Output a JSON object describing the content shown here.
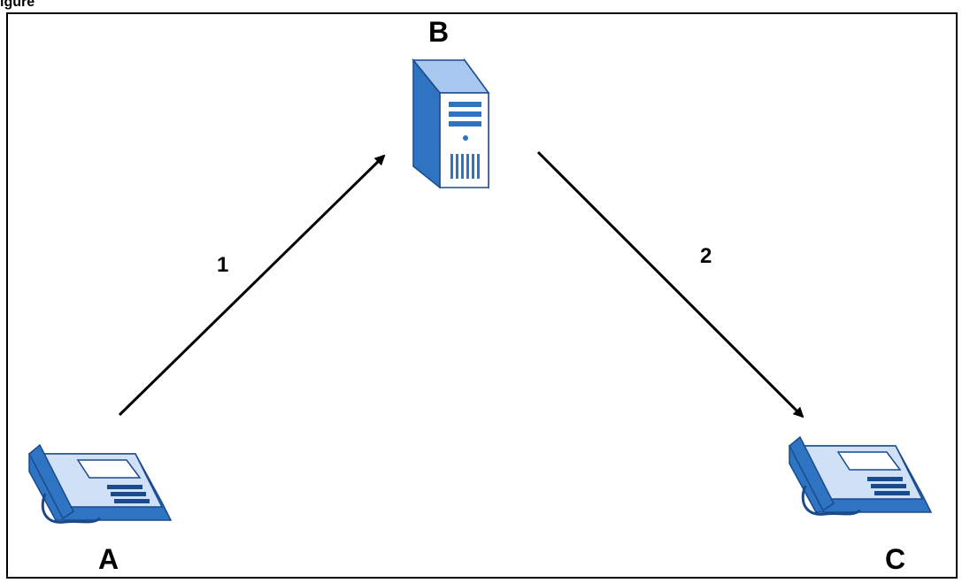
{
  "figure": {
    "caption": "igure"
  },
  "diagram": {
    "nodes": [
      {
        "id": "A",
        "label": "A",
        "kind": "phone-icon"
      },
      {
        "id": "B",
        "label": "B",
        "kind": "server-icon"
      },
      {
        "id": "C",
        "label": "C",
        "kind": "phone-icon"
      }
    ],
    "edges": [
      {
        "from": "A",
        "to": "B",
        "label": "1"
      },
      {
        "from": "B",
        "to": "C",
        "label": "2"
      }
    ]
  },
  "colors": {
    "icon_blue": "#2e74c2",
    "icon_light": "#a9c8ef",
    "line": "#000000"
  }
}
